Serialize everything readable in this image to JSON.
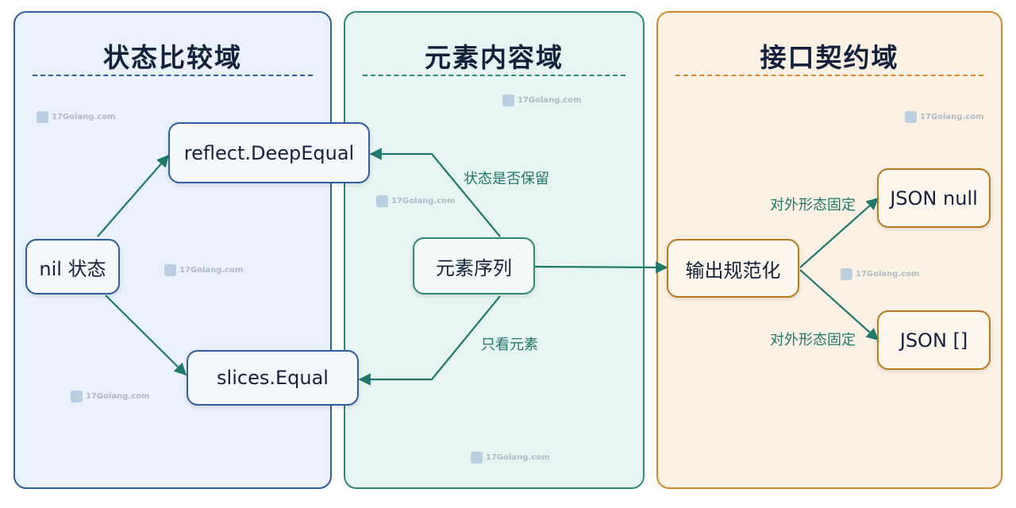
{
  "panels": {
    "state": {
      "title": "状态比较域"
    },
    "element": {
      "title": "元素内容域"
    },
    "contract": {
      "title": "接口契约域"
    }
  },
  "nodes": {
    "nil_state": "nil 状态",
    "deep_equal": "reflect.DeepEqual",
    "slices_equal": "slices.Equal",
    "element_seq": "元素序列",
    "output_norm": "输出规范化",
    "json_null": "JSON null",
    "json_empty": "JSON []"
  },
  "edge_labels": {
    "state_kept": "状态是否保留",
    "only_elements": "只看元素",
    "fixed_shape_1": "对外形态固定",
    "fixed_shape_2": "对外形态固定"
  },
  "watermark": {
    "text": "17Golang.com"
  },
  "colors": {
    "blue": "#2f5e9e",
    "teal": "#2e8a78",
    "orange": "#d08a2c",
    "text_dark": "#14213d"
  }
}
